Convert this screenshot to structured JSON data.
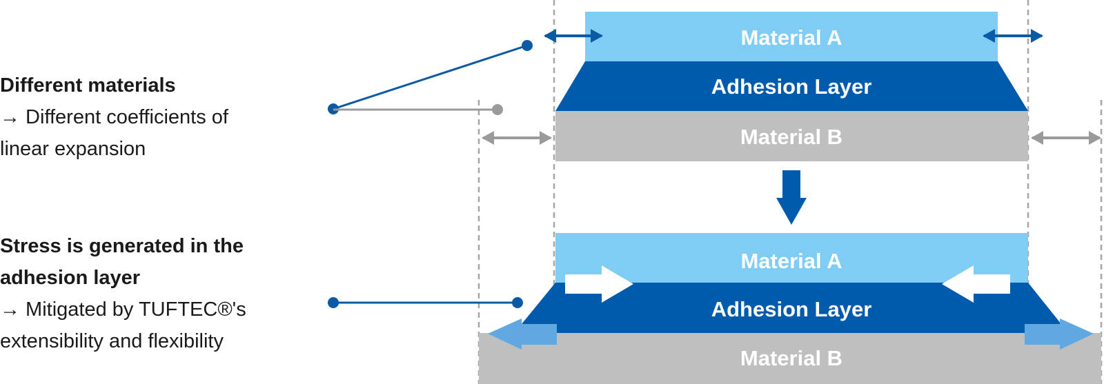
{
  "left_text": {
    "block1": {
      "heading": "Different materials",
      "lines": [
        "→ Different coefficients of",
        "linear expansion"
      ]
    },
    "block2": {
      "heading_lines": [
        "Stress is generated in the",
        "adhesion layer"
      ],
      "lines": [
        "→ Mitigated by TUFTEC®'s",
        "extensibility and flexibility"
      ]
    }
  },
  "diagram": {
    "before": {
      "material_a": "Material A",
      "adhesion_layer": "Adhesion Layer",
      "material_b": "Material B"
    },
    "after": {
      "material_a": "Material A",
      "adhesion_layer": "Adhesion Layer",
      "material_b": "Material B"
    }
  },
  "colors": {
    "material_a": "#7fcdf5",
    "adhesion_layer": "#005bac",
    "material_b": "#bfbfbf",
    "connector_blue": "#0b5aa6",
    "connector_gray": "#9a9a9a",
    "expansion_arrow_light": "#5fa8e0",
    "text_dark": "#1a1a1a"
  }
}
